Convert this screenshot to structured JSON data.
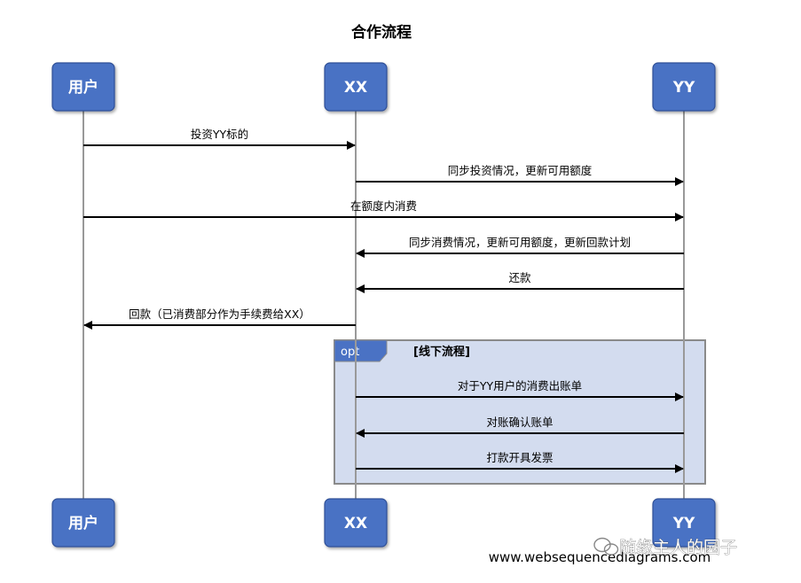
{
  "title": "合作流程",
  "participants": [
    "用户",
    "XX",
    "YY"
  ],
  "messages": [
    {
      "from": 0,
      "to": 1,
      "text": "投资YY标的"
    },
    {
      "from": 1,
      "to": 2,
      "text": "同步投资情况，更新可用额度"
    },
    {
      "from": 0,
      "to": 2,
      "text": "在额度内消费"
    },
    {
      "from": 2,
      "to": 1,
      "text": "同步消费情况，更新可用额度，更新回款计划"
    },
    {
      "from": 2,
      "to": 1,
      "text": "还款"
    },
    {
      "from": 1,
      "to": 0,
      "text": "回款（已消费部分作为手续费给XX）"
    }
  ],
  "opt": {
    "label": "opt",
    "condition": "[线下流程]",
    "messages": [
      {
        "from": 1,
        "to": 2,
        "text": "对于YY用户的消费出账单"
      },
      {
        "from": 2,
        "to": 1,
        "text": "对账确认账单"
      },
      {
        "from": 1,
        "to": 2,
        "text": "打款开具发票"
      }
    ]
  },
  "footer": "www.websequencediagrams.com",
  "watermark": "随缘主人的园子",
  "colors": {
    "participant_fill": "#4a72c4",
    "participant_stroke": "#2f4f96",
    "lifeline": "#999999",
    "arrow": "#000000",
    "opt_fill": "#d3dcef",
    "opt_stroke": "#8a8a8a",
    "opt_tab": "#4a72c4"
  }
}
